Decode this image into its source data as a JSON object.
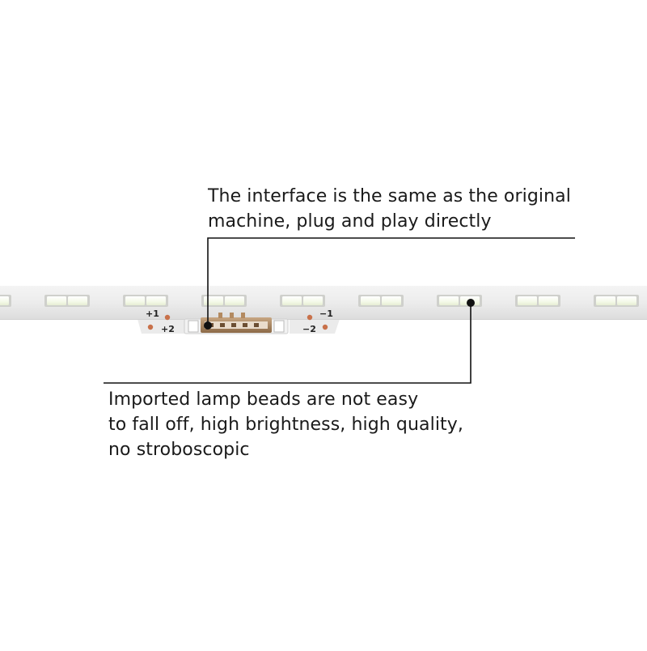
{
  "annotations": {
    "interface": {
      "lines": [
        "The interface is the same as the original",
        "machine, plug and play directly"
      ]
    },
    "lamp_beads": {
      "lines": [
        "Imported lamp beads are not easy",
        "to fall off, high brightness, high quality,",
        "no stroboscopic"
      ]
    }
  },
  "strip": {
    "led_count": 9,
    "polarity_marks": [
      "+1",
      "+2",
      "−1",
      "−2"
    ]
  },
  "colors": {
    "strip": "#ececec",
    "led_lens": "#f7fbee",
    "led_frame": "#cfd0cc",
    "connector_body": "#a07e5a",
    "solder_pad": "#c8714a",
    "leader_line": "#111111"
  }
}
